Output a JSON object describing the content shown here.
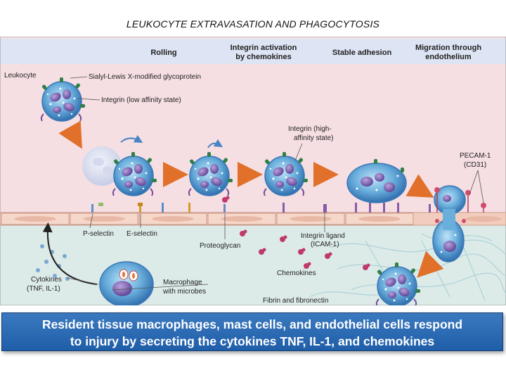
{
  "title": "LEUKOCYTE EXTRAVASATION AND PHAGOCYTOSIS",
  "stages": {
    "rolling": "Rolling",
    "integrin_activation_line1": "Integrin activation",
    "integrin_activation_line2": "by chemokines",
    "stable_adhesion": "Stable adhesion",
    "migration_line1": "Migration through",
    "migration_line2": "endothelium"
  },
  "labels": {
    "leukocyte": "Leukocyte",
    "sialyl_lewis": "Sialyl-Lewis X-modified glycoprotein",
    "integrin_low": "Integrin (low affinity state)",
    "integrin_high_line1": "Integrin (high-",
    "integrin_high_line2": "affinity state)",
    "pecam_line1": "PECAM-1",
    "pecam_line2": "(CD31)",
    "p_selectin": "P-selectin",
    "e_selectin": "E-selectin",
    "proteoglycan": "Proteoglycan",
    "integrin_ligand_line1": "Integrin ligand",
    "integrin_ligand_line2": "(ICAM-1)",
    "chemokines": "Chemokines",
    "cytokines_line1": "Cytokines",
    "cytokines_line2": "(TNF, IL-1)",
    "macrophage_line1": "Macrophage",
    "macrophage_line2": "with microbes",
    "fibrin": "Fibrin and fibronectin"
  },
  "caption": {
    "line1": "Resident tissue macrophages, mast cells, and endothelial cells respond",
    "line2": "to injury by secreting the cytokines TNF, IL-1, and chemokines"
  },
  "colors": {
    "vessel_lumen": "#f7dde1",
    "header_band": "#dfe6f4",
    "tissue": "#dcece9",
    "endothelium": "#f3d0c2",
    "cell": "#5b9bd0",
    "nucleus": "#6d4fa0",
    "caption_bg": "#2b6cb4"
  }
}
